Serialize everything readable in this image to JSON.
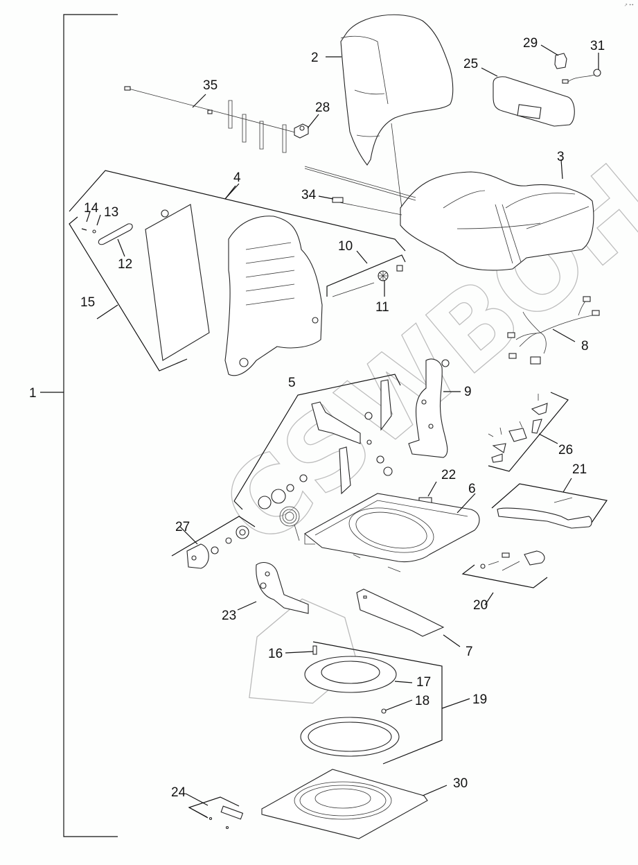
{
  "diagram": {
    "type": "exploded-parts-diagram",
    "subject": "Operator seat assembly",
    "watermark": "CSWBOH",
    "corner_mark": "↗ ••",
    "callouts": [
      {
        "id": "1",
        "label": "1"
      },
      {
        "id": "2",
        "label": "2"
      },
      {
        "id": "3",
        "label": "3"
      },
      {
        "id": "4",
        "label": "4"
      },
      {
        "id": "5",
        "label": "5"
      },
      {
        "id": "6",
        "label": "6"
      },
      {
        "id": "7",
        "label": "7"
      },
      {
        "id": "8",
        "label": "8"
      },
      {
        "id": "9",
        "label": "9"
      },
      {
        "id": "10",
        "label": "10"
      },
      {
        "id": "11",
        "label": "11"
      },
      {
        "id": "12",
        "label": "12"
      },
      {
        "id": "13",
        "label": "13"
      },
      {
        "id": "14",
        "label": "14"
      },
      {
        "id": "15",
        "label": "15"
      },
      {
        "id": "16",
        "label": "16"
      },
      {
        "id": "17",
        "label": "17"
      },
      {
        "id": "18",
        "label": "18"
      },
      {
        "id": "19",
        "label": "19"
      },
      {
        "id": "20",
        "label": "20"
      },
      {
        "id": "21",
        "label": "21"
      },
      {
        "id": "22",
        "label": "22"
      },
      {
        "id": "23",
        "label": "23"
      },
      {
        "id": "24",
        "label": "24"
      },
      {
        "id": "25",
        "label": "25"
      },
      {
        "id": "26",
        "label": "26"
      },
      {
        "id": "27",
        "label": "27"
      },
      {
        "id": "28",
        "label": "28"
      },
      {
        "id": "29",
        "label": "29"
      },
      {
        "id": "30",
        "label": "30"
      },
      {
        "id": "31",
        "label": "31"
      },
      {
        "id": "34",
        "label": "34"
      },
      {
        "id": "35",
        "label": "35"
      }
    ],
    "parts": [
      {
        "callout": "2",
        "name": "backrest-cushion"
      },
      {
        "callout": "3",
        "name": "seat-cushion"
      },
      {
        "callout": "4",
        "name": "backrest-frame-group"
      },
      {
        "callout": "5",
        "name": "recliner-mechanism-group"
      },
      {
        "callout": "6",
        "name": "seat-base-frame"
      },
      {
        "callout": "7",
        "name": "mounting-bracket"
      },
      {
        "callout": "8",
        "name": "wiring-harness"
      },
      {
        "callout": "9",
        "name": "side-bracket"
      },
      {
        "callout": "10",
        "name": "adjuster-rod-group"
      },
      {
        "callout": "11",
        "name": "knob"
      },
      {
        "callout": "12",
        "name": "handle"
      },
      {
        "callout": "13",
        "name": "nut"
      },
      {
        "callout": "14",
        "name": "screw"
      },
      {
        "callout": "15",
        "name": "back-panel-group"
      },
      {
        "callout": "16",
        "name": "pin"
      },
      {
        "callout": "17",
        "name": "swivel-plate"
      },
      {
        "callout": "18",
        "name": "ball-bearing"
      },
      {
        "callout": "19",
        "name": "swivel-group"
      },
      {
        "callout": "20",
        "name": "lever-kit"
      },
      {
        "callout": "21",
        "name": "lever-handle-kit"
      },
      {
        "callout": "22",
        "name": "switch"
      },
      {
        "callout": "23",
        "name": "pivot-bracket"
      },
      {
        "callout": "24",
        "name": "pin-kit"
      },
      {
        "callout": "25",
        "name": "armrest"
      },
      {
        "callout": "26",
        "name": "hinge-kit"
      },
      {
        "callout": "27",
        "name": "spacer-kit"
      },
      {
        "callout": "28",
        "name": "cable-connector"
      },
      {
        "callout": "29",
        "name": "clip"
      },
      {
        "callout": "30",
        "name": "base-plate"
      },
      {
        "callout": "31",
        "name": "sensor"
      },
      {
        "callout": "34",
        "name": "cable"
      },
      {
        "callout": "35",
        "name": "lumbar-cable"
      }
    ]
  }
}
